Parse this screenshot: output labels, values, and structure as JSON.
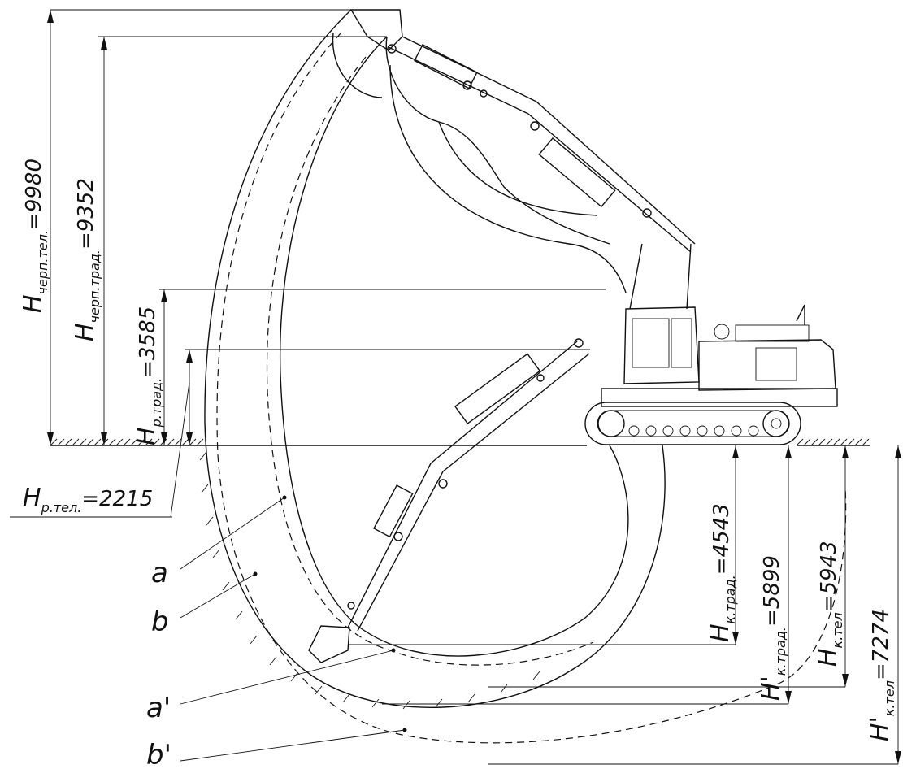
{
  "dimensions": {
    "h_cherp_tel": {
      "main": "H",
      "sub": "черп.тел.",
      "value": "=9980"
    },
    "h_cherp_trad": {
      "main": "H",
      "sub": "черп.трад.",
      "value": "=9352"
    },
    "h_r_trad": {
      "main": "H",
      "sub": "р.трад.",
      "value": "=3585"
    },
    "h_r_tel": {
      "main": "H",
      "sub": "р.тел.",
      "value": "=2215"
    },
    "h_k_trad": {
      "main": "H",
      "sub": "к.трад.",
      "value": "=4543"
    },
    "h_k_trad_prime": {
      "main": "H'",
      "sub": "к.трад.",
      "value": "=5899"
    },
    "h_k_tel": {
      "main": "H",
      "sub": "к.тел",
      "value": "=5943"
    },
    "h_k_tel_prime": {
      "main": "H'",
      "sub": "к.тел",
      "value": "=7274"
    }
  },
  "curve_labels": {
    "a": "a",
    "b": "b",
    "a_prime": "a'",
    "b_prime": "b'"
  }
}
